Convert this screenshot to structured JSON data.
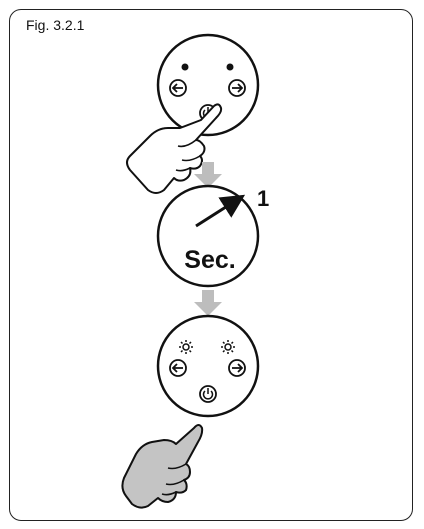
{
  "figure": {
    "label": "Fig. 3.2.1"
  },
  "step2": {
    "seconds_value": "1",
    "seconds_unit": "Sec."
  },
  "colors": {
    "outline": "#111111",
    "arrow_fill": "#bdbdbd",
    "hand_pressing_fill": "#ffffff",
    "hand_released_fill": "#c4c4c4"
  },
  "icons": {
    "panel1": [
      "indicator-dot-icon",
      "indicator-dot-icon",
      "left-arrow-button-icon",
      "right-arrow-button-icon",
      "power-button-icon"
    ],
    "panel3": [
      "sun-icon",
      "sun-icon",
      "left-arrow-button-icon",
      "right-arrow-button-icon",
      "power-button-icon"
    ],
    "transitions": [
      "down-arrow-icon",
      "down-arrow-icon"
    ],
    "hands": [
      "pressing-hand-icon",
      "released-hand-icon"
    ]
  }
}
